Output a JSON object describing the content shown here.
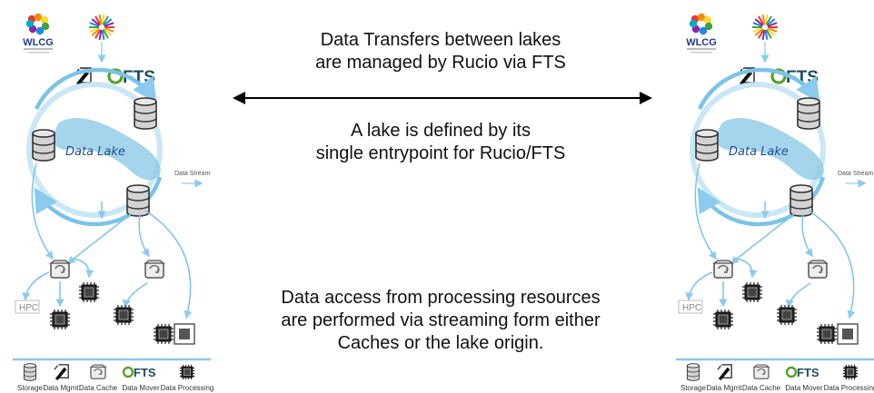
{
  "statements": {
    "line1": "Data Transfers between lakes",
    "line2": "are managed by Rucio via FTS",
    "line3": "A lake is defined by its",
    "line4": "single entrypoint for Rucio/FTS",
    "line5": "Data access from processing resources",
    "line6": "are performed via streaming form either",
    "line7": "Caches or the lake origin."
  },
  "panel": {
    "wlcg_logo": "WLCG",
    "fts_logo": "FTS",
    "lake_label": "Data Lake",
    "stream_label": "Data Stream",
    "hpc_label": "HPC",
    "cpu_label": "CPU",
    "legend": [
      "Storage",
      "Data Mgmt.",
      "Data Cache",
      "Data Mover",
      "Data Processing"
    ],
    "legend_fts": "FTS"
  },
  "colors": {
    "lake_blue": "#8ecbe8",
    "arrow_blue": "#7cc3e8",
    "lake_text": "#1d4f91",
    "fts_green": "#5aa02c",
    "fts_text": "#1f4e5f",
    "divider": "#8cc5e6"
  }
}
